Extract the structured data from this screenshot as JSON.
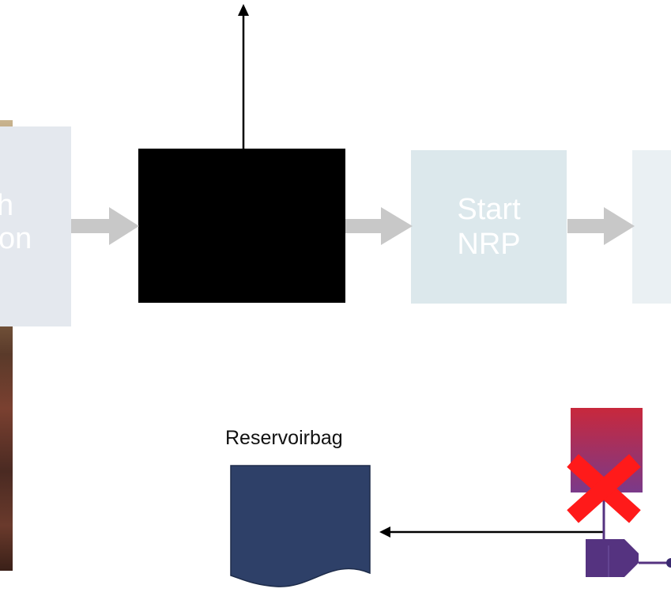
{
  "left_box": {
    "line1": "h",
    "line2": "on"
  },
  "start_box": {
    "line1": "Start",
    "line2": "NRP"
  },
  "reservoir": {
    "label": "Reservoirbag"
  },
  "colors": {
    "flow_arrow": "#c8c8c8",
    "box_gray": "#e4e8ee",
    "box_start": "#dce8ec",
    "black_box": "#000000",
    "reservoir_fill": "#2e4068",
    "device_purple": "#553380",
    "cross": "#ff1a1a"
  },
  "icons": [
    "up-arrow-icon",
    "left-arrow-icon",
    "cross-icon"
  ]
}
